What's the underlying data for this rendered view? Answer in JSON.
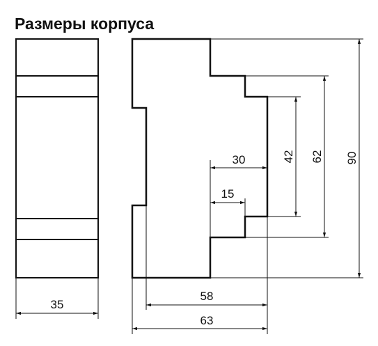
{
  "title": "Размеры корпуса",
  "dimensions": {
    "front_width": "35",
    "rail_to_back": "58",
    "total_depth": "63",
    "front_upper_depth": "30",
    "front_lower_depth": "15",
    "inner_height": "42",
    "middle_height": "62",
    "total_height": "90"
  },
  "colors": {
    "line": "#111111",
    "background": "#ffffff"
  }
}
